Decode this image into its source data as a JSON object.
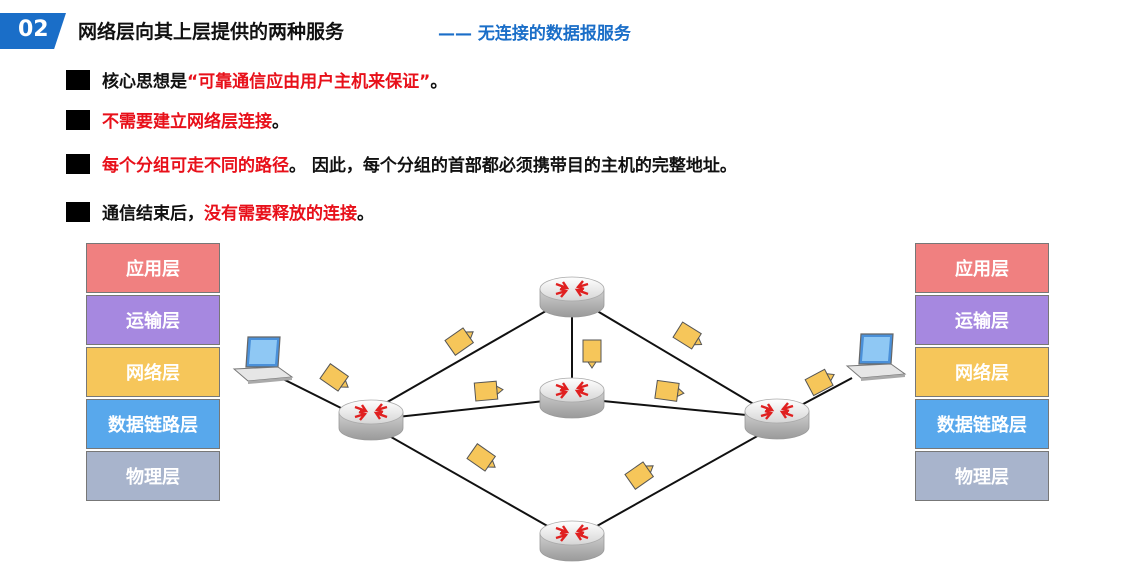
{
  "header": {
    "number": "02",
    "title": "网络层向其上层提供的两种服务",
    "subtitle": "—— 无连接的数据报服务"
  },
  "bullets": [
    {
      "black1": "核心思想是",
      "red1": "“可靠通信应由用户主机来保证”",
      "black2": "。",
      "red2": ""
    },
    {
      "black1": "",
      "red1": "不需要建立网络层连接",
      "black2": "。",
      "red2": ""
    },
    {
      "black1": "",
      "red1": "每个分组可走不同的路径",
      "black2": "。 因此，每个分组的首部都必须携带目的主机的完整地址。",
      "red2": ""
    },
    {
      "black1": "通信结束后，",
      "red1": "没有需要释放的连接",
      "black2": "。",
      "red2": ""
    }
  ],
  "left_stack": [
    "应用层",
    "运输层",
    "网络层",
    "数据链路层",
    "物理层"
  ],
  "right_stack": [
    "应用层",
    "运输层",
    "网络层",
    "数据链路层",
    "物理层"
  ],
  "colors": {
    "badge": "#1a6ec8",
    "accent_red": "#e8101a",
    "layer_app": "#f08080",
    "layer_transport": "#a688e0",
    "layer_network": "#f6c65a",
    "layer_link": "#58a8ec",
    "layer_physical": "#a8b4cc",
    "packet": "#f6c65a"
  }
}
